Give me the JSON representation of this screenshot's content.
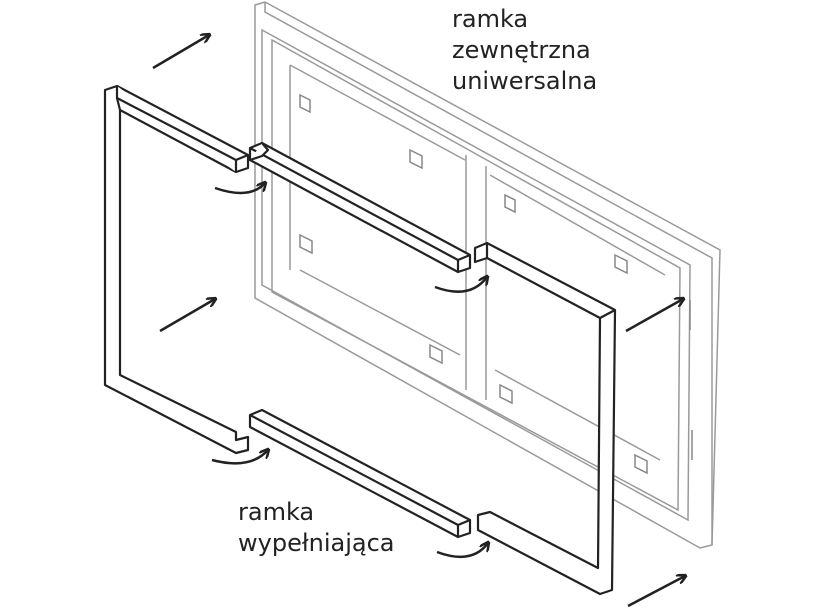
{
  "labels": {
    "outer_frame": [
      "ramka",
      "zewnętrzna",
      "uniwersalna"
    ],
    "filler_frame": [
      "ramka",
      "wypełniająca"
    ]
  },
  "colors": {
    "outer_frame_line": "#9a9a9a",
    "filler_frame_line": "#222222",
    "arrow": "#222222"
  }
}
